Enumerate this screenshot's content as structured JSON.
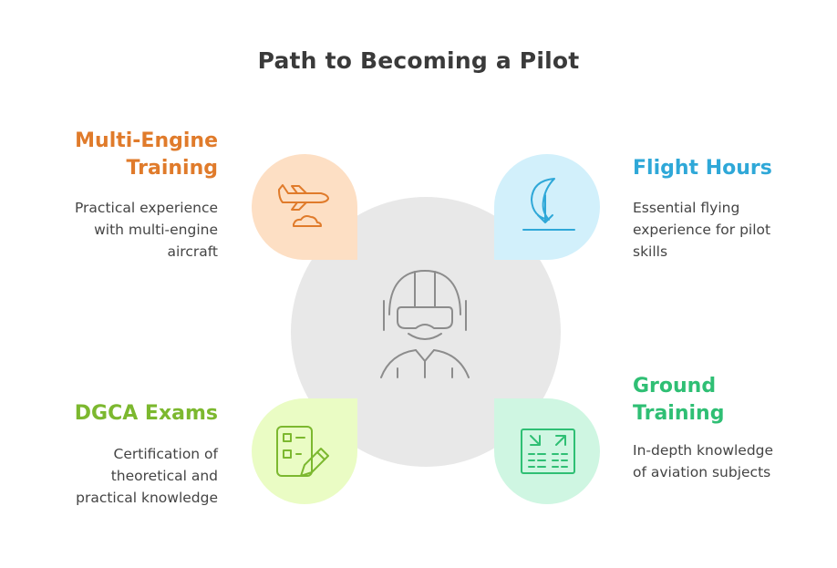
{
  "title": "Path to Becoming a Pilot",
  "center_icon": "pilot-helmet-icon",
  "colors": {
    "center_circle": "#e8e8e8",
    "icon_gray": "#8c8c8c",
    "multi_engine": "#e07b2b",
    "multi_engine_bg": "#fddfc4",
    "flight_hours": "#2fa8d8",
    "flight_hours_bg": "#d2f0fb",
    "dgca": "#7cb82f",
    "dgca_bg": "#eafcc4",
    "ground": "#2fbf74",
    "ground_bg": "#cff6e2"
  },
  "steps": {
    "multi_engine": {
      "heading_line1": "Multi-Engine",
      "heading_line2": "Training",
      "desc_line1": "Practical experience",
      "desc_line2": "with multi-engine",
      "desc_line3": "aircraft",
      "icon": "airplane-icon"
    },
    "flight_hours": {
      "heading_line1": "Flight Hours",
      "desc_line1": "Essential flying",
      "desc_line2": "experience for pilot",
      "desc_line3": "skills",
      "icon": "landing-icon"
    },
    "dgca_exams": {
      "heading_line1": "DGCA Exams",
      "desc_line1": "Certification of",
      "desc_line2": "theoretical and",
      "desc_line3": "practical knowledge",
      "icon": "exam-checklist-icon"
    },
    "ground_training": {
      "heading_line1": "Ground",
      "heading_line2": "Training",
      "desc_line1": "In-depth knowledge",
      "desc_line2": "of aviation subjects",
      "icon": "departure-board-icon"
    }
  }
}
